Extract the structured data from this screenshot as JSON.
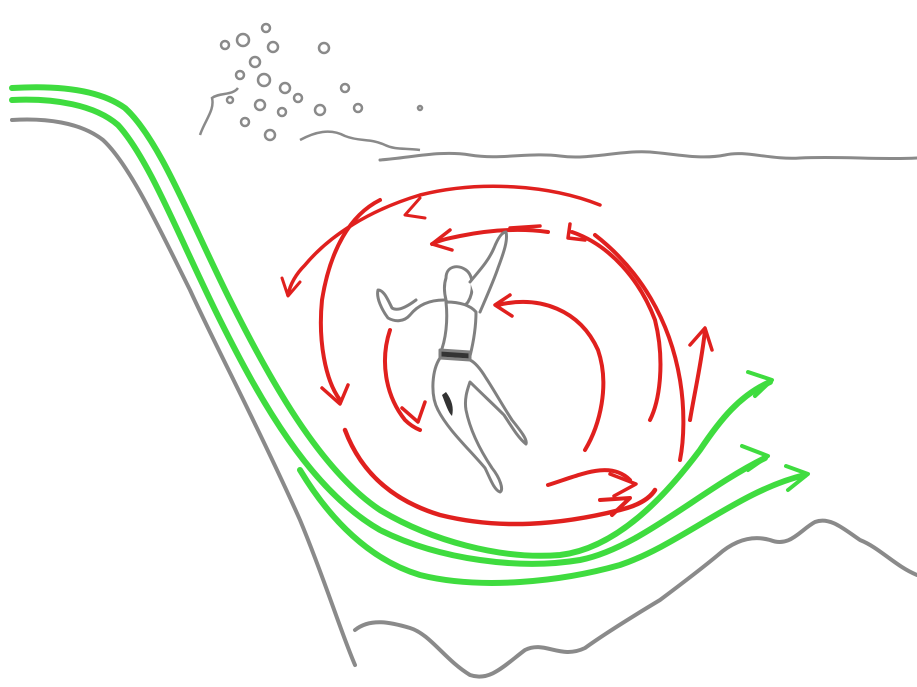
{
  "diagram": {
    "description_visible_text": "",
    "colors": {
      "background": "#ffffff",
      "terrain": "#8a8a8a",
      "recirculation": "#e0201e",
      "flow": "#3fdc3f",
      "figure": "#808080"
    },
    "elements": [
      "terrain-outline",
      "foam-bubbles",
      "green-flow-lines",
      "red-recirculation-arrows",
      "swimmer-figure"
    ]
  }
}
